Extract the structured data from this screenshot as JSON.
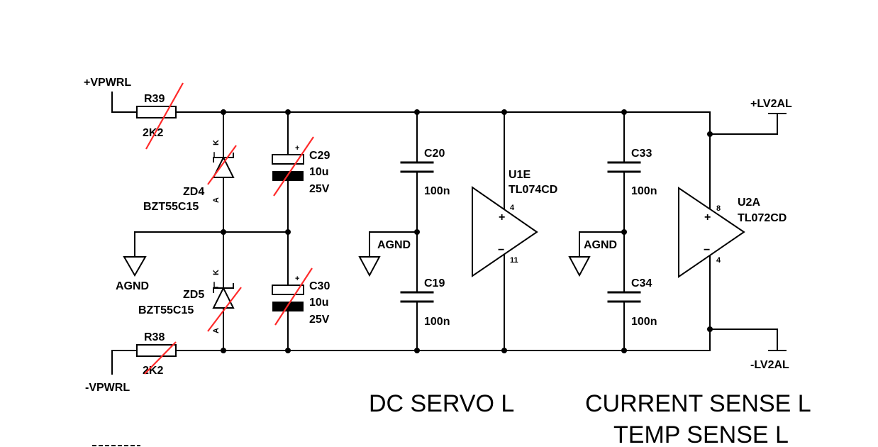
{
  "nets": {
    "vpos": "+VPWRL",
    "vneg": "-VPWRL",
    "lv2_pos": "+LV2AL",
    "lv2_neg": "-LV2AL",
    "agnd": "AGND"
  },
  "components": {
    "r39": {
      "ref": "R39",
      "value": "2K2"
    },
    "r38": {
      "ref": "R38",
      "value": "2K2"
    },
    "zd4": {
      "ref": "ZD4",
      "part": "BZT55C15",
      "pin_k": "K",
      "pin_a": "A"
    },
    "zd5": {
      "ref": "ZD5",
      "part": "BZT55C15",
      "pin_k": "K",
      "pin_a": "A"
    },
    "c29": {
      "ref": "C29",
      "value": "10u",
      "voltage": "25V",
      "plus": "+"
    },
    "c30": {
      "ref": "C30",
      "value": "10u",
      "voltage": "25V",
      "plus": "+"
    },
    "c20": {
      "ref": "C20",
      "value": "100n"
    },
    "c19": {
      "ref": "C19",
      "value": "100n"
    },
    "c33": {
      "ref": "C33",
      "value": "100n"
    },
    "c34": {
      "ref": "C34",
      "value": "100n"
    },
    "u1e": {
      "ref": "U1E",
      "part": "TL074CD",
      "pin_vpos": "4",
      "pin_vneg": "11",
      "plus": "+",
      "minus": "−"
    },
    "u2a": {
      "ref": "U2A",
      "part": "TL072CD",
      "pin_vpos": "8",
      "pin_vneg": "4",
      "plus": "+",
      "minus": "−"
    }
  },
  "sections": {
    "dc_servo": "DC SERVO L",
    "current_sense": "CURRENT SENSE L",
    "temp_sense": "TEMP SENSE L"
  },
  "colors": {
    "wire": "#000000",
    "strike": "#ff2a2a",
    "background": "#ffffff"
  }
}
